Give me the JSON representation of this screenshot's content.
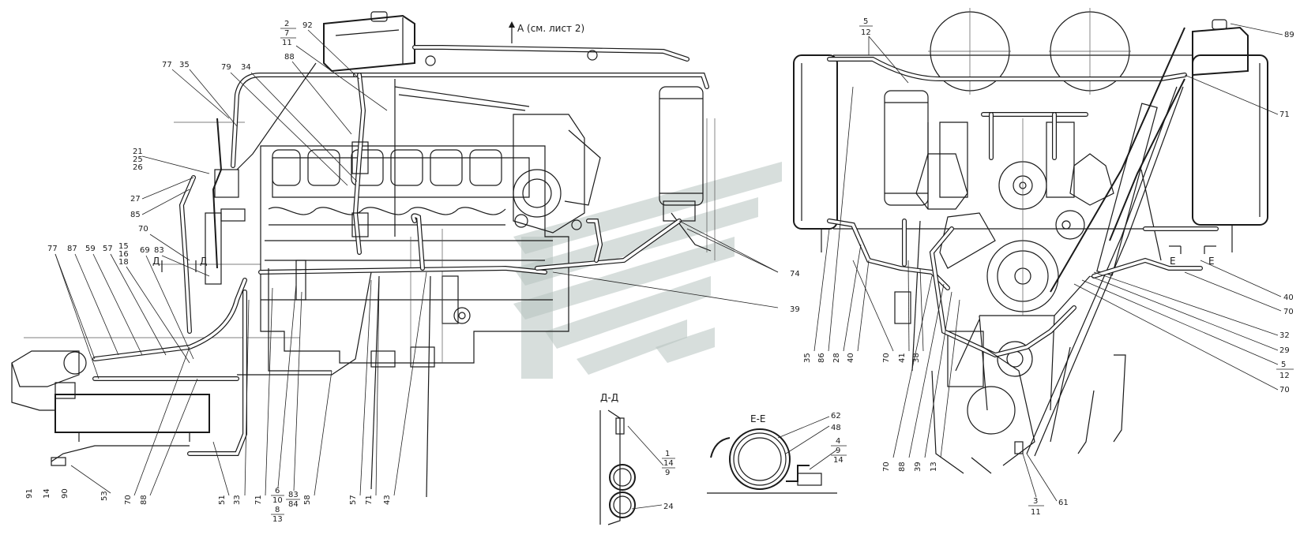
{
  "annotations": {
    "view_a": "А (см. лист 2)",
    "section_dd_title": "Д-Д",
    "section_ee_title": "Е-Е",
    "cut_d_left": "Д",
    "cut_d_right": "Д",
    "cut_e_left": "Е",
    "cut_e_right": "Е"
  },
  "left_view": {
    "top_labels": [
      "77",
      "35",
      "79",
      "34",
      "88",
      "92"
    ],
    "top_fraction": [
      "2",
      "7",
      "11"
    ],
    "fraction_21": [
      "21",
      "25",
      "26"
    ],
    "left_labels": [
      "27",
      "85",
      "70"
    ],
    "fraction_15": [
      "15",
      "16",
      "18"
    ],
    "cluster_labels": [
      "77",
      "87",
      "59",
      "57",
      "69",
      "83"
    ],
    "right_labels": [
      "74",
      "39"
    ],
    "bottom_labels": [
      "91",
      "14",
      "90",
      "53",
      "70",
      "88",
      "51",
      "33",
      "71",
      "58",
      "57",
      "71",
      "43"
    ],
    "bottom_fraction_6": [
      "6",
      "10",
      "8",
      "13"
    ],
    "bottom_fraction_83": [
      "83",
      "84"
    ]
  },
  "section_dd": {
    "fraction": [
      "1",
      "14",
      "9"
    ],
    "label": "24"
  },
  "section_ee": {
    "labels": [
      "62",
      "48"
    ],
    "fraction": [
      "4",
      "9",
      "14"
    ]
  },
  "right_view": {
    "top_fraction": [
      "5",
      "12"
    ],
    "top_right_labels": [
      "89",
      "71"
    ],
    "right_labels": [
      "40",
      "70",
      "32",
      "29",
      "70"
    ],
    "right_fraction": [
      "5",
      "12"
    ],
    "bottom_left_labels": [
      "35",
      "86",
      "28",
      "40",
      "70",
      "41",
      "38"
    ],
    "bottom_labels": [
      "70",
      "88",
      "39",
      "13",
      "61"
    ],
    "bottom_fraction": [
      "3",
      "11"
    ]
  },
  "colors": {
    "line": "#1a1a1a",
    "watermark": "#b7c2bf"
  }
}
